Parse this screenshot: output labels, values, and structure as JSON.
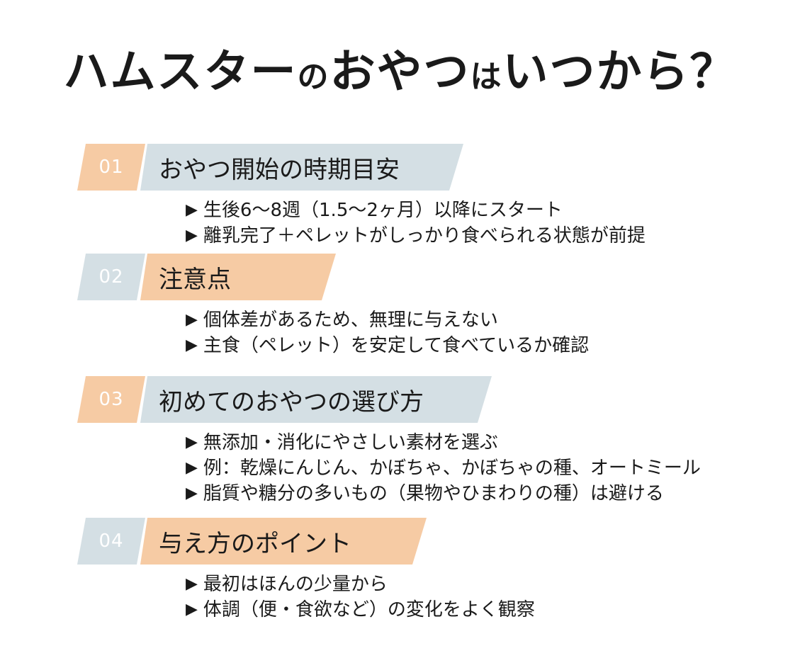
{
  "title": {
    "part1": "ハムスター",
    "part2": "の",
    "part3": "おやつ",
    "part4": "は",
    "part5": "いつから？"
  },
  "colors": {
    "peach": "#f6cba4",
    "blue_gray": "#d4dfe4"
  },
  "bullet_icon": "▶",
  "sections": [
    {
      "number": "01",
      "heading": "おやつ開始の時期目安",
      "bullets": [
        "生後6〜8週（1.5〜2ヶ月）以降にスタート",
        "離乳完了＋ペレットがしっかり食べられる状態が前提"
      ]
    },
    {
      "number": "02",
      "heading": "注意点",
      "bullets": [
        "個体差があるため、無理に与えない",
        "主食（ペレット）を安定して食べているか確認"
      ]
    },
    {
      "number": "03",
      "heading": "初めてのおやつの選び方",
      "bullets": [
        "無添加・消化にやさしい素材を選ぶ",
        "例：乾燥にんじん、かぼちゃ、かぼちゃの種、オートミール",
        "脂質や糖分の多いもの（果物やひまわりの種）は避ける"
      ]
    },
    {
      "number": "04",
      "heading": "与え方のポイント",
      "bullets": [
        "最初はほんの少量から",
        "体調（便・食欲など）の変化をよく観察"
      ]
    }
  ]
}
